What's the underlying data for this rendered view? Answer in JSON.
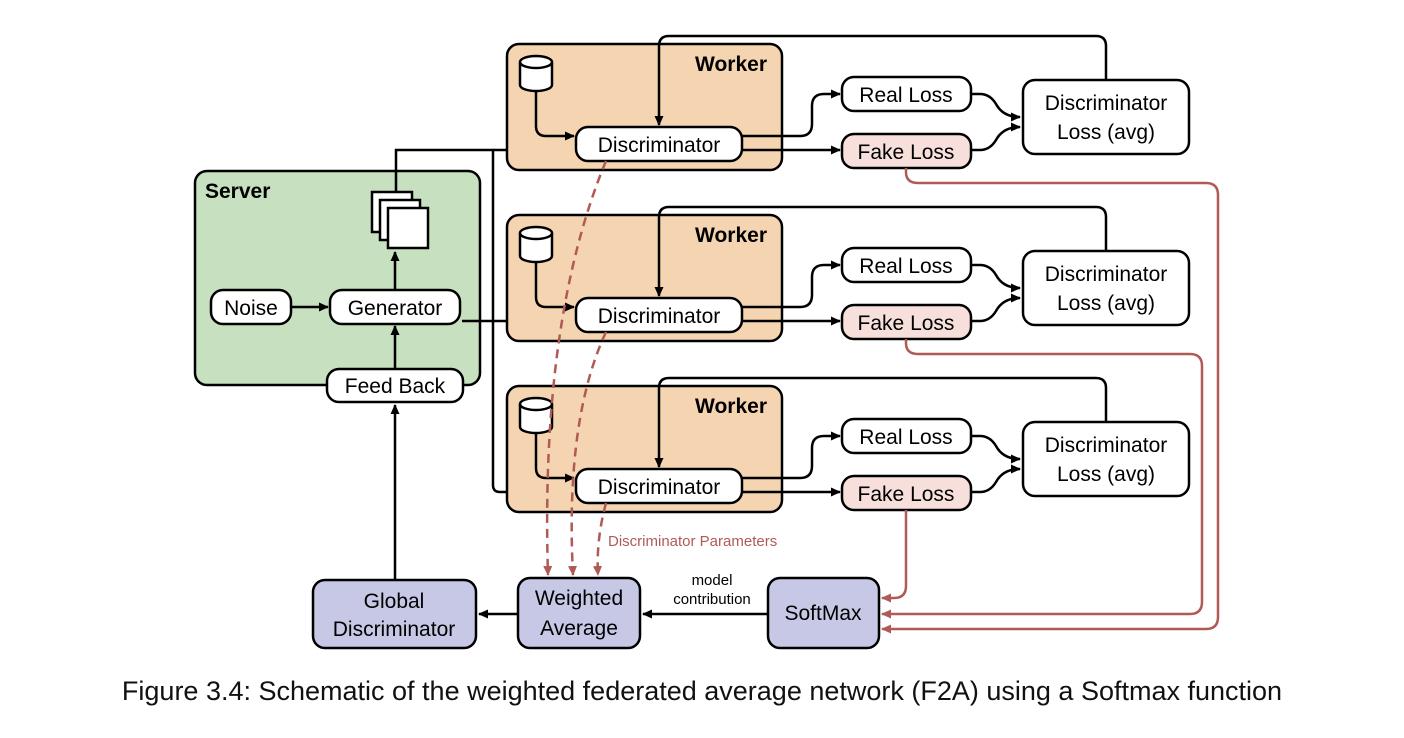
{
  "server": {
    "title": "Server",
    "noise": "Noise",
    "generator": "Generator",
    "feedback": "Feed Back"
  },
  "workers": [
    {
      "title": "Worker",
      "discriminator": "Discriminator",
      "real_loss": "Real Loss",
      "fake_loss": "Fake Loss",
      "loss_line1": "Discriminator",
      "loss_line2": "Loss (avg)"
    },
    {
      "title": "Worker",
      "discriminator": "Discriminator",
      "real_loss": "Real Loss",
      "fake_loss": "Fake Loss",
      "loss_line1": "Discriminator",
      "loss_line2": "Loss (avg)"
    },
    {
      "title": "Worker",
      "discriminator": "Discriminator",
      "real_loss": "Real Loss",
      "fake_loss": "Fake Loss",
      "loss_line1": "Discriminator",
      "loss_line2": "Loss (avg)"
    }
  ],
  "bottom": {
    "global_line1": "Global",
    "global_line2": "Discriminator",
    "weighted_line1": "Weighted",
    "weighted_line2": "Average",
    "softmax": "SoftMax",
    "model_contribution_line1": "model",
    "model_contribution_line2": "contribution",
    "discriminator_parameters": "Discriminator Parameters"
  },
  "caption": "Figure 3.4: Schematic of the weighted federated average network (F2A) using a Softmax function",
  "colors": {
    "server_fill": "#c6e0c0",
    "worker_fill": "#f5d5b1",
    "bottom_fill": "#c7c8e6",
    "fake_loss_fill": "#f7e0dc",
    "feedback_arrow": "#b05a56",
    "line": "#000000"
  }
}
